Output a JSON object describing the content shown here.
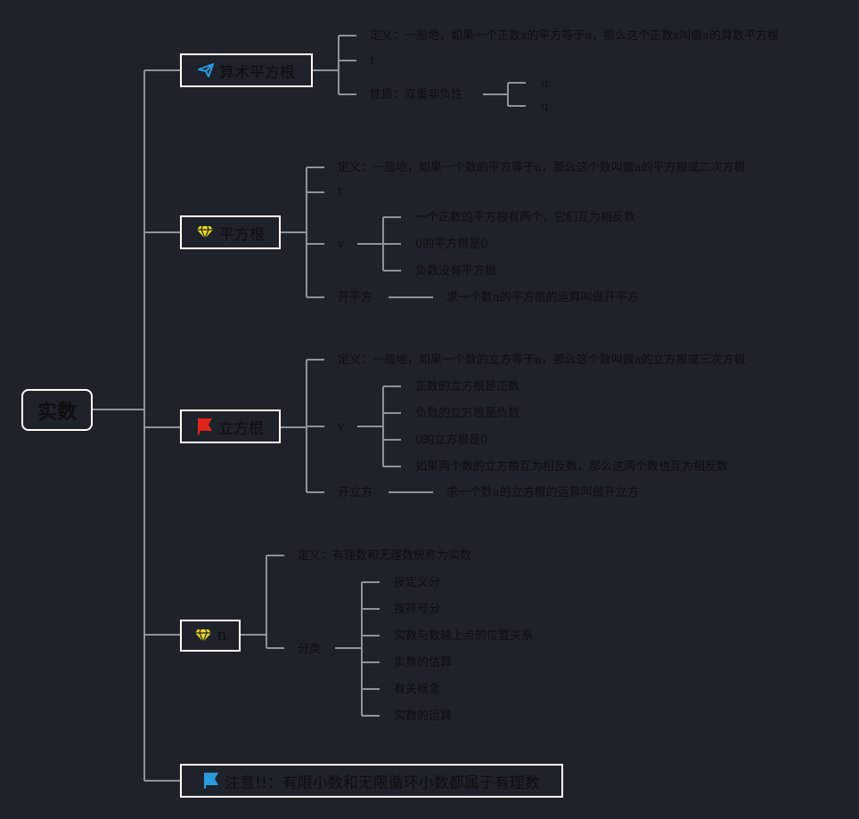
{
  "root": {
    "label": "实数"
  },
  "branches": [
    {
      "label": "算术平方根",
      "icon": "paper-plane-icon",
      "children": [
        "定义：一般地，如果一个正数x的平方等于a，那么这个正数x叫做a的算数平方根",
        "t",
        "性质：双重非负性"
      ],
      "sub": [
        "u",
        "u"
      ]
    },
    {
      "label": "平方根",
      "icon": "diamond-icon",
      "children": [
        "定义：一般地，如果一个数的平方等于a，那么这个数叫做a的平方根或二次方根",
        "t",
        "v",
        "开平方"
      ],
      "sub": [
        "一个正数的平方根有两个，它们互为相反数",
        "0的平方根是0",
        "负数没有平方根"
      ],
      "op": "求一个数a的平方根的运算叫做开平方"
    },
    {
      "label": "立方根",
      "icon": "red-flag-icon",
      "children": [
        "定义：一般地，如果一个数的立方等于a，那么这个数叫做a的立方根或三次方根",
        "v",
        "开立方"
      ],
      "sub": [
        "正数的立方根是正数",
        "负数的立方根是负数",
        "0的立方根是0",
        "如果两个数的立方根互为相反数，那么这两个数也互为相反数"
      ],
      "op": "求一个数a的立方根的运算叫做开立方"
    },
    {
      "label": "n",
      "icon": "diamond-icon",
      "children": [
        "定义：有理数和无理数统称为实数",
        "分类"
      ],
      "sub": [
        "按定义分",
        "按符号分",
        "实数与数轴上点的位置关系",
        "实数的估算",
        "有关概念",
        "实数的运算"
      ]
    },
    {
      "label": "注意!!：有限小数和无限循环小数都属于有理数",
      "icon": "blue-flag-icon"
    }
  ],
  "colors": {
    "background": "#1e222b",
    "line": "#8e939c",
    "border": "#ffffff",
    "yellow": "#e8d51e",
    "red": "#e0251b",
    "blue": "#2a9be0"
  }
}
